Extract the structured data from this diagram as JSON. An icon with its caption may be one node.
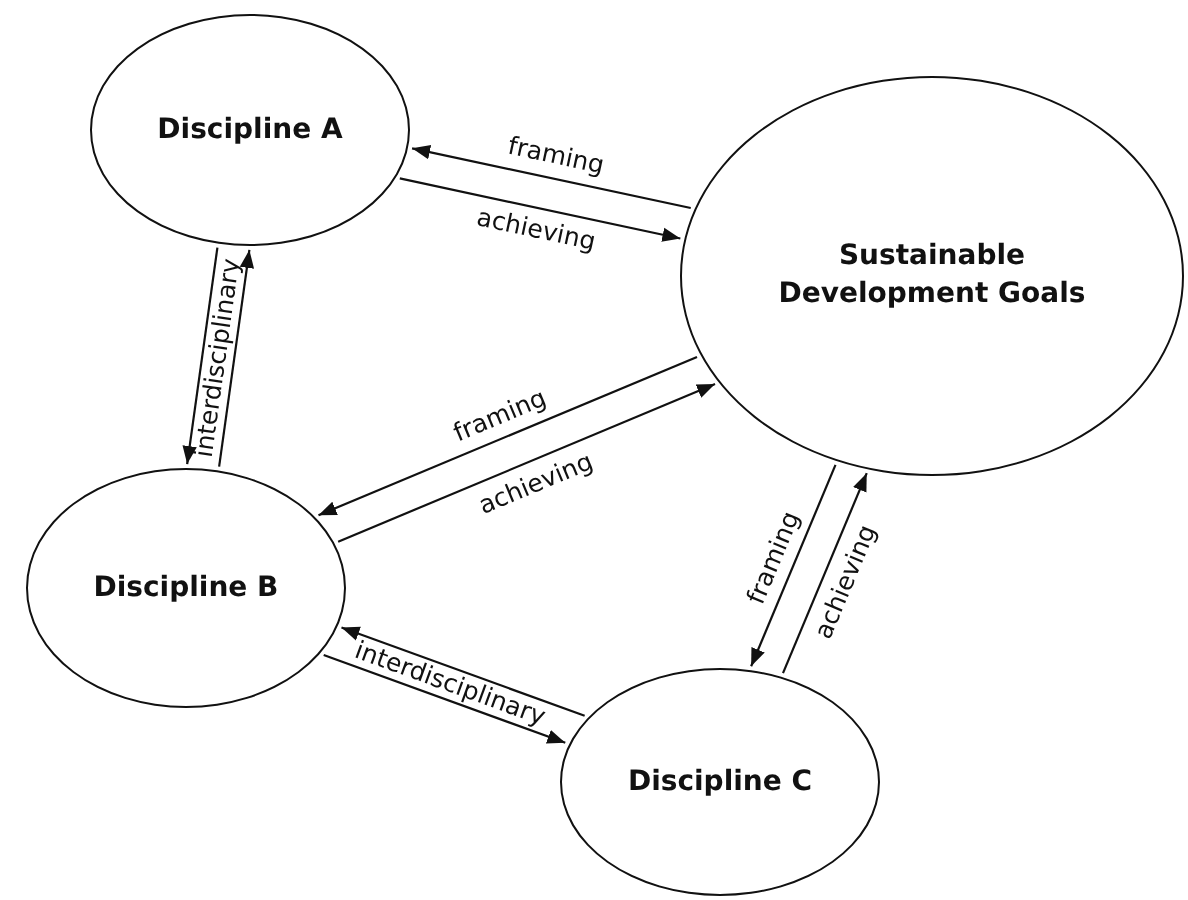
{
  "diagram": {
    "nodes": [
      {
        "text": [
          "Discipline A"
        ]
      },
      {
        "text": [
          "Sustainable Development Goals"
        ]
      },
      {
        "text": [
          "Discipline B"
        ]
      },
      {
        "text": [
          "Discipline C"
        ]
      }
    ],
    "edges": [
      {
        "from": 1,
        "to": 0,
        "arrow": "to",
        "label": "framing"
      },
      {
        "from": 0,
        "to": 1,
        "arrow": "to",
        "label": "achieving"
      },
      {
        "from": 0,
        "to": 2,
        "arrow": "to",
        "label": "interdisciplinary"
      },
      {
        "from": 2,
        "to": 0,
        "arrow": "to"
      },
      {
        "from": 1,
        "to": 2,
        "arrow": "to",
        "label": "framing"
      },
      {
        "from": 2,
        "to": 1,
        "arrow": "to",
        "label": "achieving"
      },
      {
        "from": 1,
        "to": 3,
        "arrow": "to",
        "label": "framing"
      },
      {
        "from": 3,
        "to": 1,
        "arrow": "to",
        "label": "achieving"
      },
      {
        "from": 3,
        "to": 2,
        "arrow": "to"
      },
      {
        "from": 2,
        "to": 3,
        "arrow": "to",
        "label": "interdisciplinary"
      }
    ]
  }
}
